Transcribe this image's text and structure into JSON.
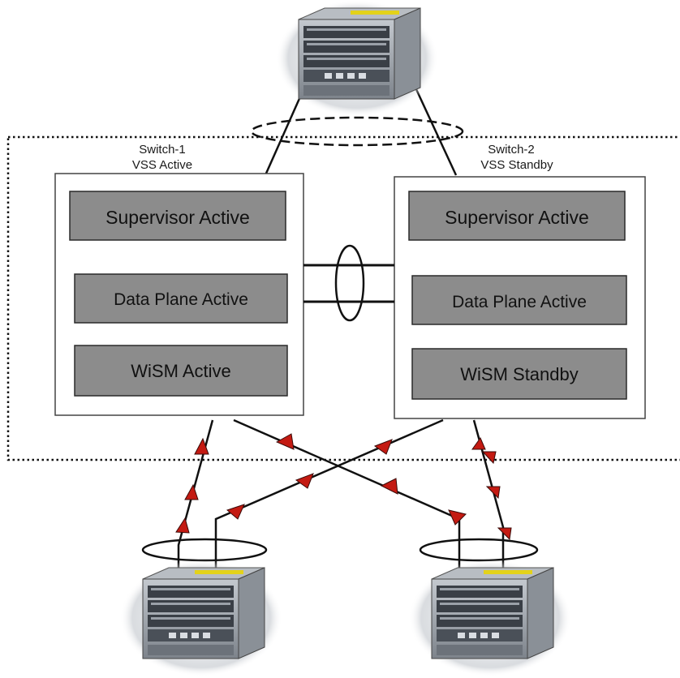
{
  "switches": [
    {
      "name": "Switch-1",
      "role": "VSS Active",
      "modules": [
        "Supervisor Active",
        "Data Plane Active",
        "WiSM Active"
      ]
    },
    {
      "name": "Switch-2",
      "role": "VSS Standby",
      "modules": [
        "Supervisor Active",
        "Data Plane Active",
        "WiSM Standby"
      ]
    }
  ],
  "colors": {
    "module_fill": "#8c8c8c",
    "module_border": "#2a2a2a",
    "arrow": "#c41a12",
    "chassis_metal": "#9aa0a8",
    "chassis_panel": "#3a3f46",
    "chassis_accent": "#e3d21a"
  },
  "icons": {
    "top_device": "catalyst-chassis-icon",
    "bottom_left_device": "catalyst-chassis-icon",
    "bottom_right_device": "catalyst-chassis-icon"
  }
}
